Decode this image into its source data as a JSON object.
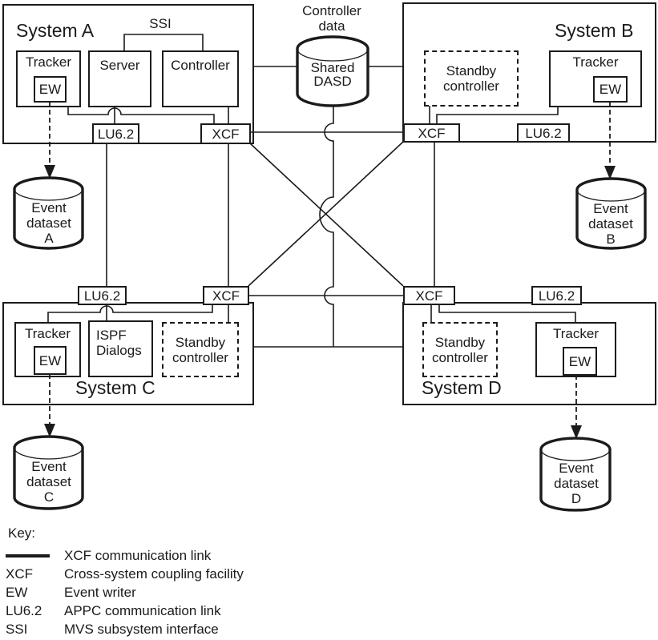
{
  "colors": {
    "ink": "#1b1b1b",
    "paper": "#ffffff"
  },
  "systems": {
    "a": {
      "title": "System A",
      "ssi_label": "SSI",
      "tracker_label": "Tracker",
      "ew_label": "EW",
      "server_label": "Server",
      "controller_label": "Controller",
      "lu62_label": "LU6.2",
      "xcf_label": "XCF"
    },
    "b": {
      "title": "System B",
      "standby_label": "Standby\ncontroller",
      "tracker_label": "Tracker",
      "ew_label": "EW",
      "xcf_label": "XCF",
      "lu62_label": "LU6.2"
    },
    "c": {
      "title": "System C",
      "tracker_label": "Tracker",
      "ew_label": "EW",
      "ispf_label": "ISPF\nDialogs",
      "standby_label": "Standby\ncontroller",
      "lu62_label": "LU6.2",
      "xcf_label": "XCF"
    },
    "d": {
      "title": "System D",
      "standby_label": "Standby\ncontroller",
      "tracker_label": "Tracker",
      "ew_label": "EW",
      "xcf_label": "XCF",
      "lu62_label": "LU6.2"
    }
  },
  "shared_dasd": {
    "caption": "Controller\ndata",
    "label": "Shared\nDASD"
  },
  "event_datasets": {
    "a": "Event\ndataset\nA",
    "b": "Event\ndataset\nB",
    "c": "Event\ndataset\nC",
    "d": "Event\ndataset\nD"
  },
  "key": {
    "title": "Key:",
    "rows": [
      {
        "term": "",
        "definition": "XCF communication link"
      },
      {
        "term": "XCF",
        "definition": "Cross-system coupling facility"
      },
      {
        "term": "EW",
        "definition": "Event writer"
      },
      {
        "term": "LU6.2",
        "definition": "APPC communication link"
      },
      {
        "term": "SSI",
        "definition": "MVS subsystem interface"
      }
    ]
  }
}
